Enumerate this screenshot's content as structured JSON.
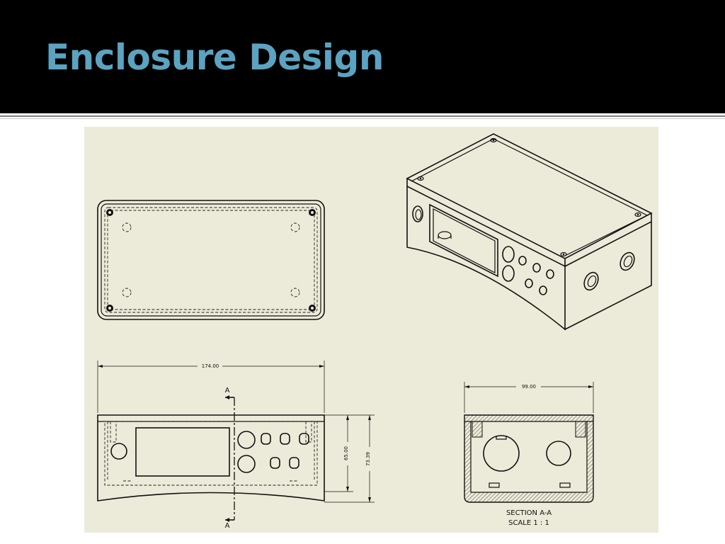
{
  "slide": {
    "title": "Enclosure Design"
  },
  "drawing": {
    "top_view": {},
    "isometric_view": {},
    "front_view": {
      "dim_width": "174.00",
      "dim_height_inner": "65.00",
      "dim_height_outer": "73.39",
      "section_marker_top": "A",
      "section_marker_bottom": "A"
    },
    "section_view": {
      "dim_depth": "99.00",
      "caption_line1": "SECTION A-A",
      "caption_line2": "SCALE 1 : 1"
    }
  }
}
